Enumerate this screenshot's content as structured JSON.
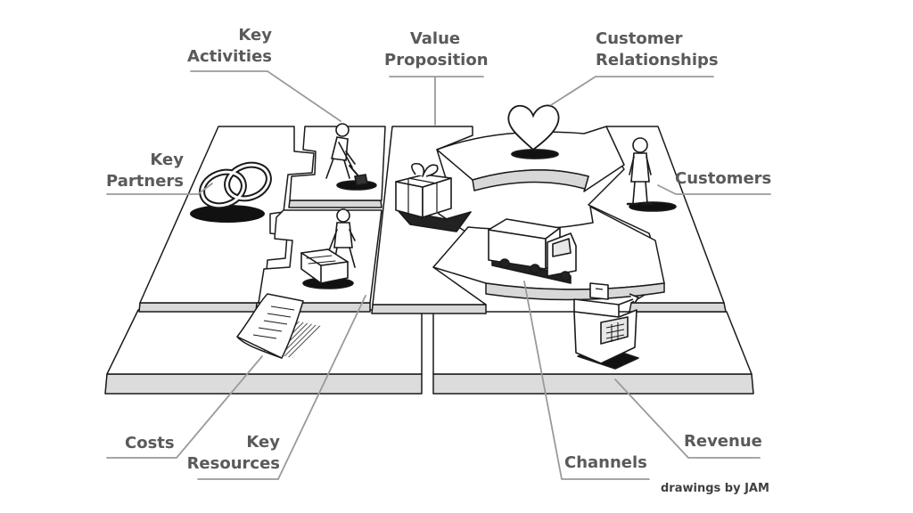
{
  "labels": {
    "key_activities": [
      "Key",
      "Activities"
    ],
    "value_proposition": [
      "Value",
      "Proposition"
    ],
    "customer_relationships": [
      "Customer",
      "Relationships"
    ],
    "key_partners": [
      "Key",
      "Partners"
    ],
    "customers": [
      "Customers"
    ],
    "costs": [
      "Costs"
    ],
    "key_resources": [
      "Key",
      "Resources"
    ],
    "channels": [
      "Channels"
    ],
    "revenue": [
      "Revenue"
    ]
  },
  "credit": "drawings by JAM",
  "colors": {
    "label_text": "#5a5a5a",
    "leader_line": "#9a9a9a",
    "sketch_line": "#1a1a1a",
    "slab_side": "#d8d8d8",
    "shadow": "#111111"
  },
  "icons": {
    "key_partners": "interlocked-rings-icon",
    "key_activities": "person-digging-icon",
    "key_resources": "person-with-crate-icon",
    "value_proposition": "gift-box-icon",
    "customer_relationships": "heart-icon",
    "customers": "standing-person-icon",
    "channels": "delivery-truck-icon",
    "revenue": "cash-register-icon",
    "costs": "invoice-paper-icon"
  }
}
